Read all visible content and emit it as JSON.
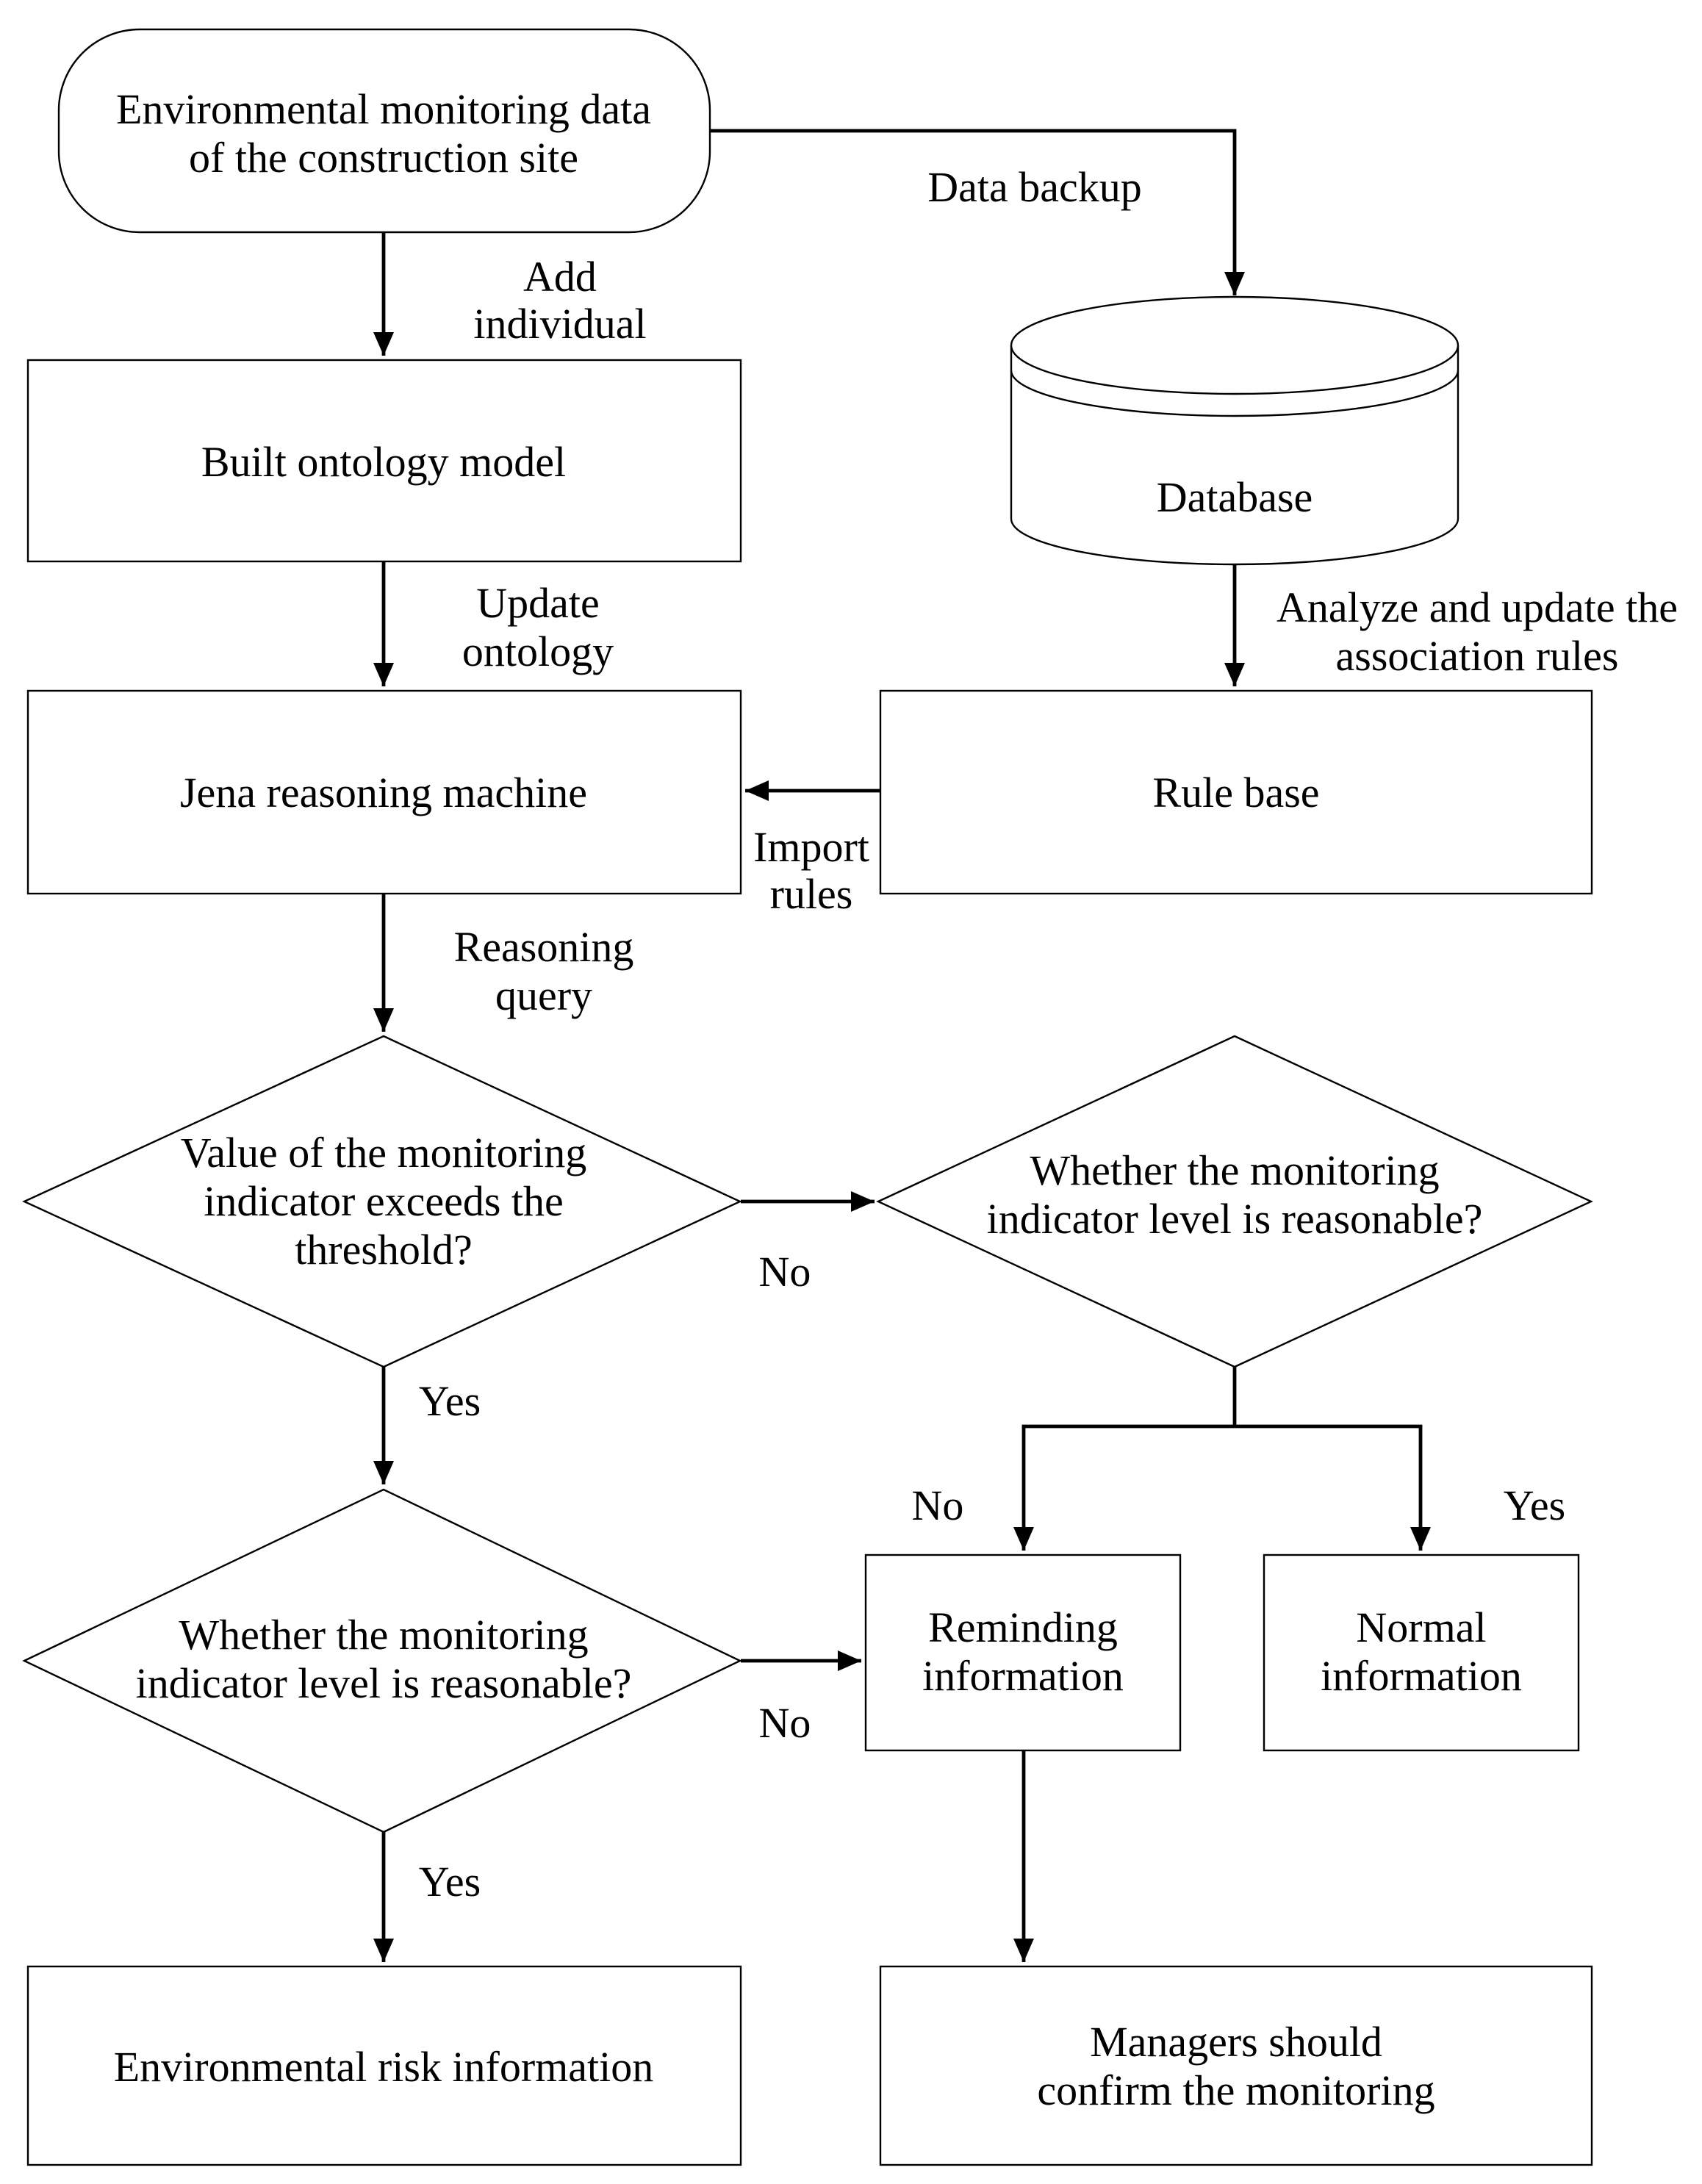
{
  "colors": {
    "background": "#ffffff",
    "line": "#000000",
    "text": "#000000"
  },
  "nodes": {
    "start": {
      "shape": "terminator",
      "lines": [
        "Environmental monitoring data",
        "of the construction site"
      ]
    },
    "built_ontology_model": {
      "shape": "process",
      "label": "Built ontology model"
    },
    "database": {
      "shape": "data-store",
      "label": "Database"
    },
    "jena_reasoning_machine": {
      "shape": "process",
      "label": "Jena reasoning machine"
    },
    "rule_base": {
      "shape": "process",
      "label": "Rule base"
    },
    "threshold_decision": {
      "shape": "decision",
      "lines": [
        "Value of the monitoring",
        "indicator exceeds the",
        "threshold?"
      ]
    },
    "level_decision_right": {
      "shape": "decision",
      "lines": [
        "Whether the monitoring",
        "indicator level is reasonable?"
      ]
    },
    "level_decision_left": {
      "shape": "decision",
      "lines": [
        "Whether the monitoring",
        "indicator level is reasonable?"
      ]
    },
    "reminding_information": {
      "shape": "process",
      "lines": [
        "Reminding",
        "information"
      ]
    },
    "normal_information": {
      "shape": "process",
      "lines": [
        "Normal",
        "information"
      ]
    },
    "environmental_risk_information": {
      "shape": "process",
      "label": "Environmental risk information"
    },
    "managers_confirm": {
      "shape": "process",
      "lines": [
        "Managers should",
        "confirm the monitoring"
      ]
    }
  },
  "edge_labels": {
    "data_backup": "Data backup",
    "add_individual": [
      "Add",
      "individual"
    ],
    "update_ontology": [
      "Update",
      "ontology"
    ],
    "analyze_update_rules": [
      "Analyze and update the",
      "association rules"
    ],
    "import_rules": [
      "Import",
      "rules"
    ],
    "reasoning_query": [
      "Reasoning",
      "query"
    ],
    "threshold_no": "No",
    "threshold_yes": "Yes",
    "level_right_no": "No",
    "level_right_yes": "Yes",
    "level_left_no": "No",
    "level_left_yes": "Yes"
  }
}
